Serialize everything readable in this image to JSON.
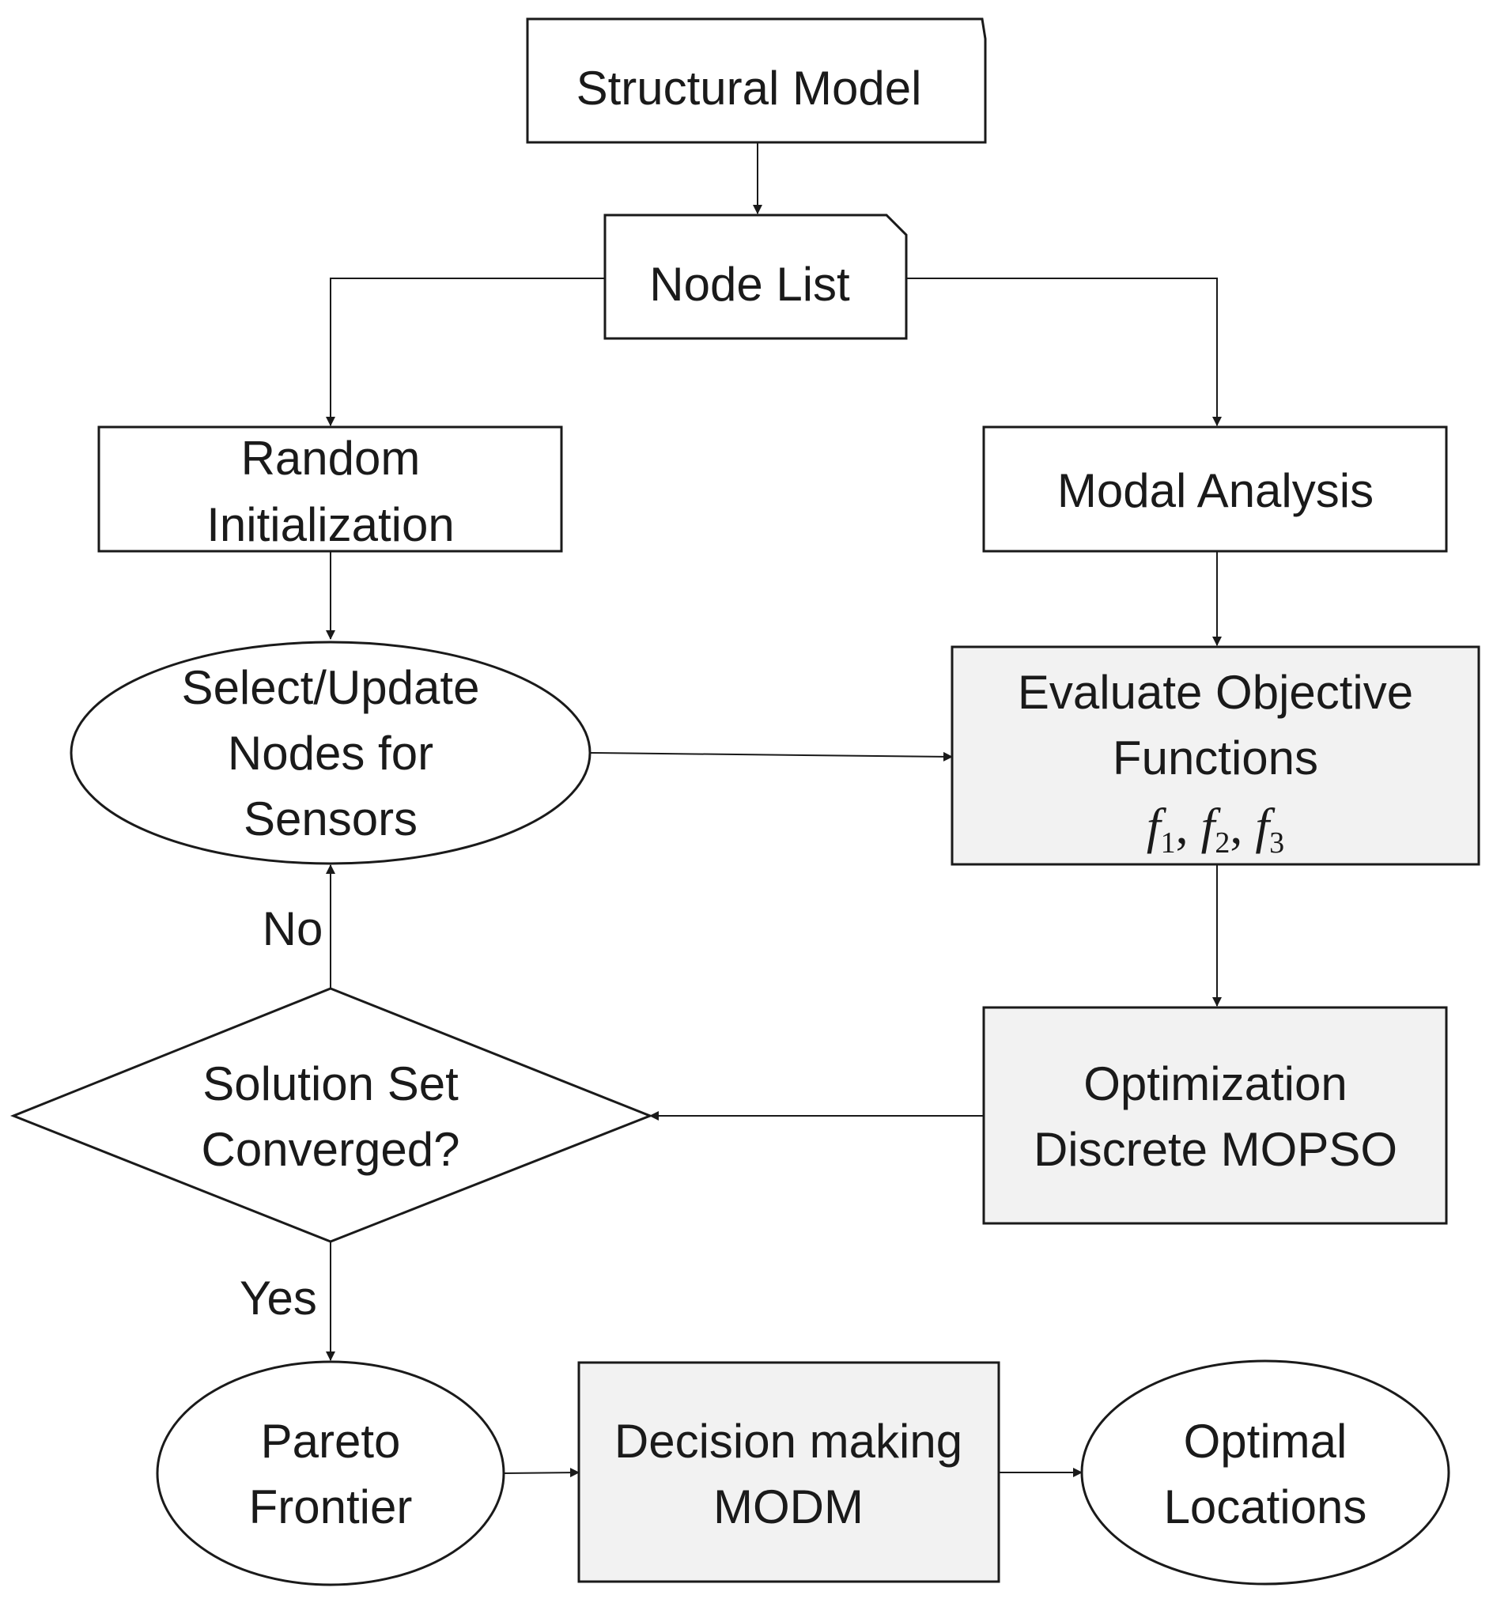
{
  "nodes": {
    "structural_model": "Structural Model",
    "node_list": "Node List",
    "random_init": [
      "Random",
      "Initialization"
    ],
    "modal_analysis": "Modal Analysis",
    "select_update": [
      "Select/Update",
      "Nodes for",
      "Sensors"
    ],
    "evaluate": [
      "Evaluate Objective",
      "Functions"
    ],
    "evaluate_math": {
      "f": "f",
      "sub1": "1",
      "sub2": "2",
      "sub3": "3",
      "sep": ", "
    },
    "converged": [
      "Solution Set",
      "Converged?"
    ],
    "optimization": [
      "Optimization",
      "Discrete MOPSO"
    ],
    "pareto": [
      "Pareto",
      "Frontier"
    ],
    "decision": [
      "Decision making",
      "MODM"
    ],
    "optimal": [
      "Optimal",
      "Locations"
    ]
  },
  "edge_labels": {
    "no": "No",
    "yes": "Yes"
  },
  "colors": {
    "stroke": "#1a1a1a",
    "box_fill": "#ffffff",
    "process_fill": "#f2f2f2"
  }
}
